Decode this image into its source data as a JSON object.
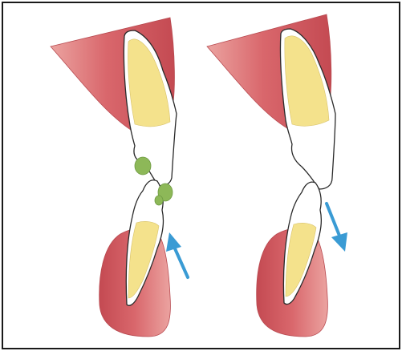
{
  "colors": {
    "background": "#ffffff",
    "frame": "#1a1a1a",
    "gum": "#d9676c",
    "gum_shade": "#c44a52",
    "gum_light": "#eba3a0",
    "enamel": "#ffffff",
    "pulp": "#f4e28c",
    "outline": "#2a2a2a",
    "contact_marker": "#8db858",
    "arrow": "#3a9bd4"
  },
  "panels": [
    {
      "id": "left",
      "arrow_direction": "up",
      "contact_markers": 3
    },
    {
      "id": "right",
      "arrow_direction": "down",
      "contact_markers": 0
    }
  ],
  "icons": {
    "arrow_up": "arrow-up-icon",
    "arrow_down": "arrow-down-icon"
  }
}
